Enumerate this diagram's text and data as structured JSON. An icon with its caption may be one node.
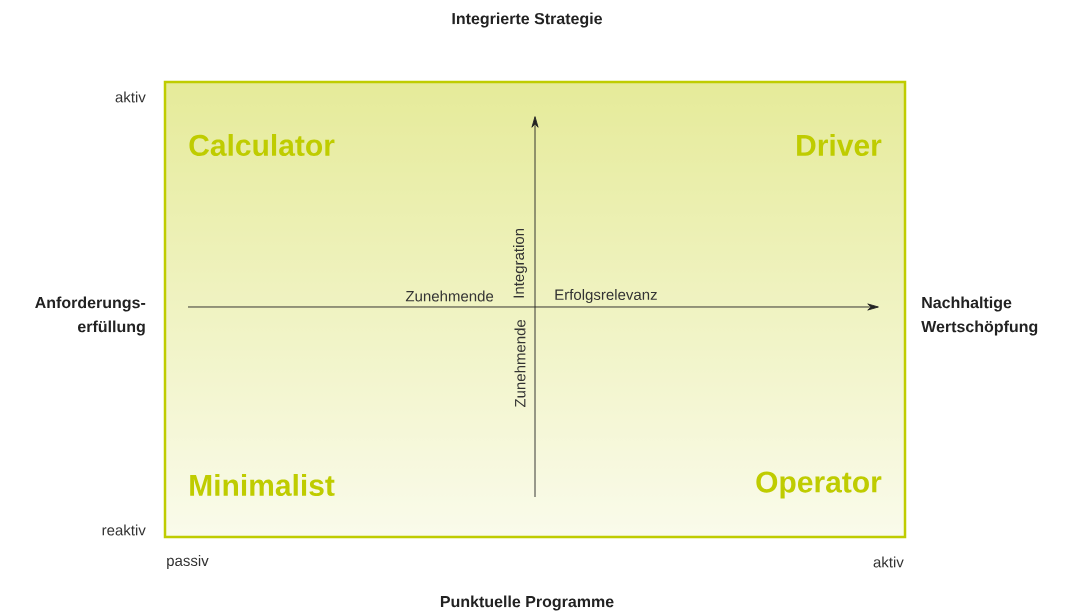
{
  "diagram": {
    "nodes": [
      {
        "text": [
          "Calculator",
          "Driver",
          "Minimalist",
          "Operator"
        ]
      }
    ],
    "labels": [
      "Integrierte Strategie",
      "aktiv",
      "Anforderungs- erfüllung",
      "Zunehmende",
      "Integration",
      "Erfolgsrelevanz",
      "Nachhaltige Wertschöpfung",
      "Zunehmende",
      "reaktiv",
      "passiv",
      "aktiv",
      "Punktuelle Programme"
    ]
  }
}
